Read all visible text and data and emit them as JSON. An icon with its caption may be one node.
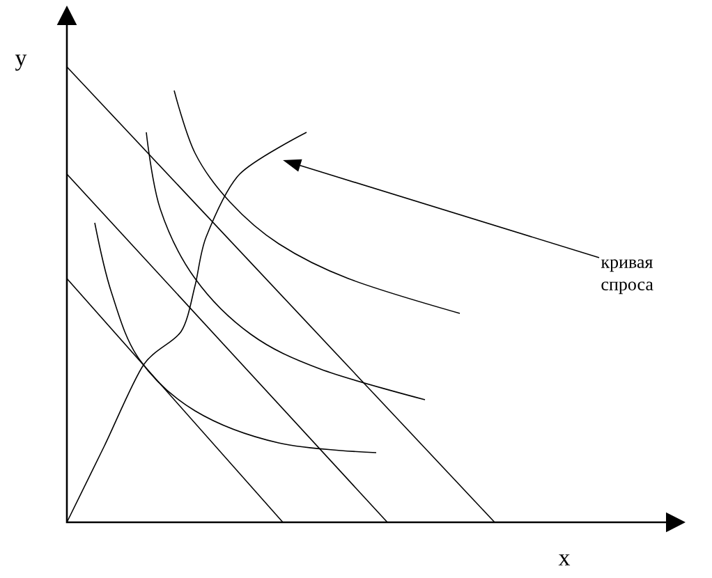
{
  "diagram": {
    "nodes": [
      {
        "text": [
          "кривая спроса"
        ]
      },
      {
        "text": [],
        "shape": "curve"
      }
    ],
    "edges": [
      {
        "from": 0,
        "to": 1,
        "arrow": "to"
      }
    ],
    "labels": [
      "y",
      "x"
    ]
  }
}
